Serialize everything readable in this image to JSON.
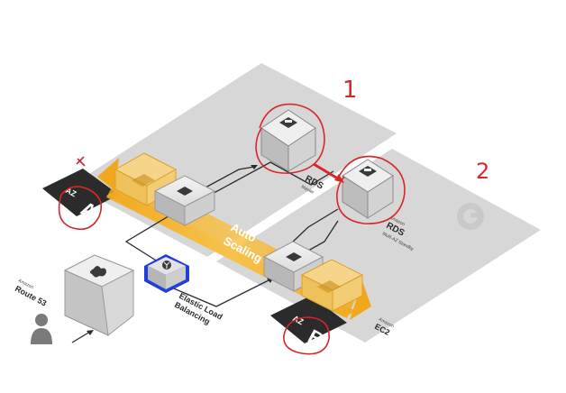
{
  "diagram": {
    "availability_zones": [
      {
        "id": "a",
        "prefix": "AZ",
        "letter": "A"
      },
      {
        "id": "b",
        "prefix": "AZ",
        "letter": "B"
      }
    ],
    "route53": {
      "small": "Amazon",
      "label": "Route 53",
      "icon": "route53-icon"
    },
    "elb": {
      "line1": "Elastic Load",
      "line2": "Balancing",
      "icon": "load-balancer-icon"
    },
    "auto_scaling": {
      "line1": "Auto",
      "line2": "Scaling"
    },
    "rds_primary": {
      "label": "RDS",
      "small": "Master",
      "icon": "database-icon"
    },
    "rds_standby": {
      "small_top": "Amazon",
      "label": "RDS",
      "small": "Multi-AZ Standby",
      "icon": "database-icon"
    },
    "ec2": {
      "small": "Amazon",
      "label": "EC2"
    },
    "annotations": {
      "one": "1",
      "two": "2"
    },
    "user": {
      "icon": "user-icon"
    },
    "watermark": {
      "icon": "watermark-logo-icon"
    },
    "colors": {
      "zone_panel": "#d7d7d7",
      "zone_tag": "#2b2b2b",
      "arrow_band": "#f2a81d",
      "annotation_red": "#d8262b",
      "elb_highlight": "#1f3fd8"
    }
  }
}
